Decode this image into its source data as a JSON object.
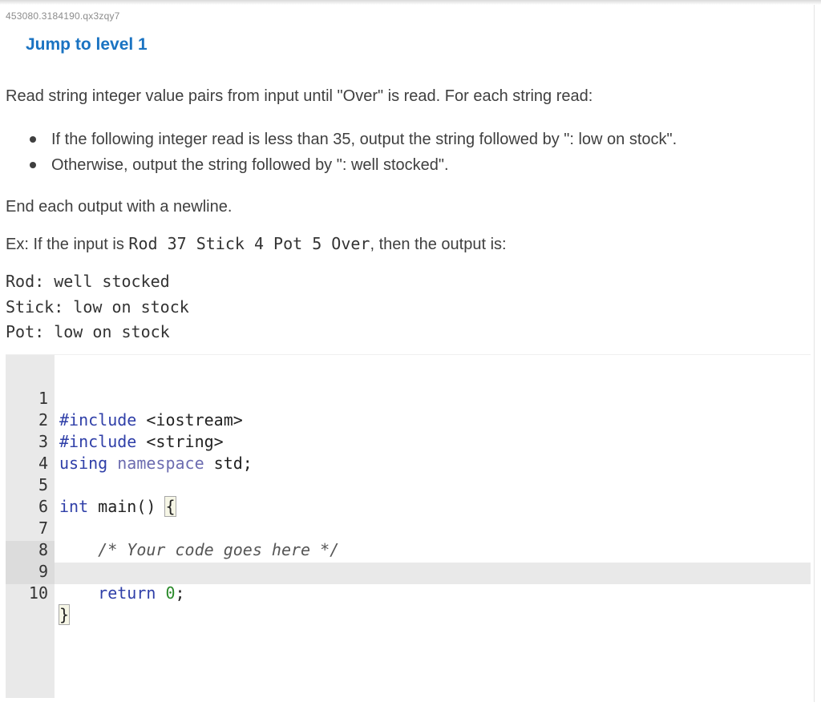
{
  "header": {
    "activity_id": "453080.3184190.qx3zqy7",
    "jump_link": "Jump to level 1"
  },
  "prompt": {
    "intro": "Read string integer value pairs from input until \"Over\" is read. For each string read:",
    "bullets": [
      "If the following integer read is less than 35, output the string followed by \": low on stock\".",
      "Otherwise, output the string followed by \": well stocked\"."
    ],
    "end_note": "End each output with a newline.",
    "example_prefix": "Ex: If the input is ",
    "example_input": "Rod 37 Stick 4 Pot 5 Over",
    "example_suffix": ", then the output is:",
    "example_output": [
      "Rod: well stocked",
      "Stick: low on stock",
      "Pot: low on stock"
    ]
  },
  "editor": {
    "line_numbers": [
      "1",
      "2",
      "3",
      "4",
      "5",
      "6",
      "7",
      "8",
      "9",
      "10"
    ],
    "tokens": {
      "l1_kw": "#include",
      "l1_rest": " <iostream>",
      "l2_kw": "#include",
      "l2_rest": " <string>",
      "l3_kw": "using",
      "l3_ns": " namespace",
      "l3_rest": " std;",
      "l5_kw": "int",
      "l5_rest": " main() ",
      "l5_brace": "{",
      "l7_comment": "    /* Your code goes here */",
      "l9_kw": "    return",
      "l9_num": " 0",
      "l9_semi": ";",
      "l10_brace": "}"
    }
  }
}
